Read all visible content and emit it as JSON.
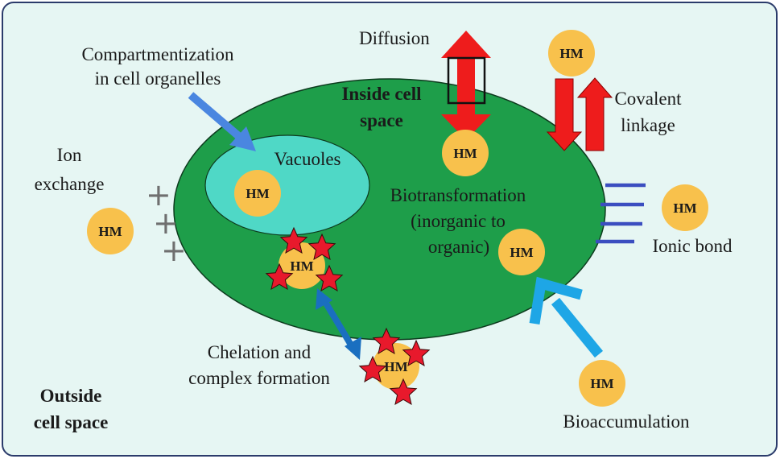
{
  "labels": {
    "diffusion": "Diffusion",
    "compartment_line1": "Compartmentization",
    "compartment_line2": "in cell organelles",
    "inside_line1": "Inside cell",
    "inside_line2": "space",
    "covalent_line1": "Covalent",
    "covalent_line2": "linkage",
    "vacuoles": "Vacuoles",
    "ion_exchange_line1": "Ion",
    "ion_exchange_line2": "exchange",
    "biotrans_line1": "Biotransformation",
    "biotrans_line2": "(inorganic to",
    "biotrans_line3": "organic)",
    "ionic_bond": "Ionic bond",
    "chelation_line1": "Chelation and",
    "chelation_line2": "complex formation",
    "outside_line1": "Outside",
    "outside_line2": "cell space",
    "bioaccumulation": "Bioaccumulation"
  },
  "hm_label": "HM",
  "symbols": {
    "plus": "+"
  },
  "colors": {
    "background": "#e6f6f3",
    "cell": "#1e9e4a",
    "vacuole": "#4fd8c6",
    "hm": "#f8c14c",
    "red_arrow": "#ee1c1c",
    "blue_arrow": "#4a86e0",
    "chelation_arrow": "#1a6fc0",
    "bioaccumulation_arrow": "#1ea6e6",
    "ionic_lines": "#3b4ec0",
    "star": "#e8192c"
  }
}
